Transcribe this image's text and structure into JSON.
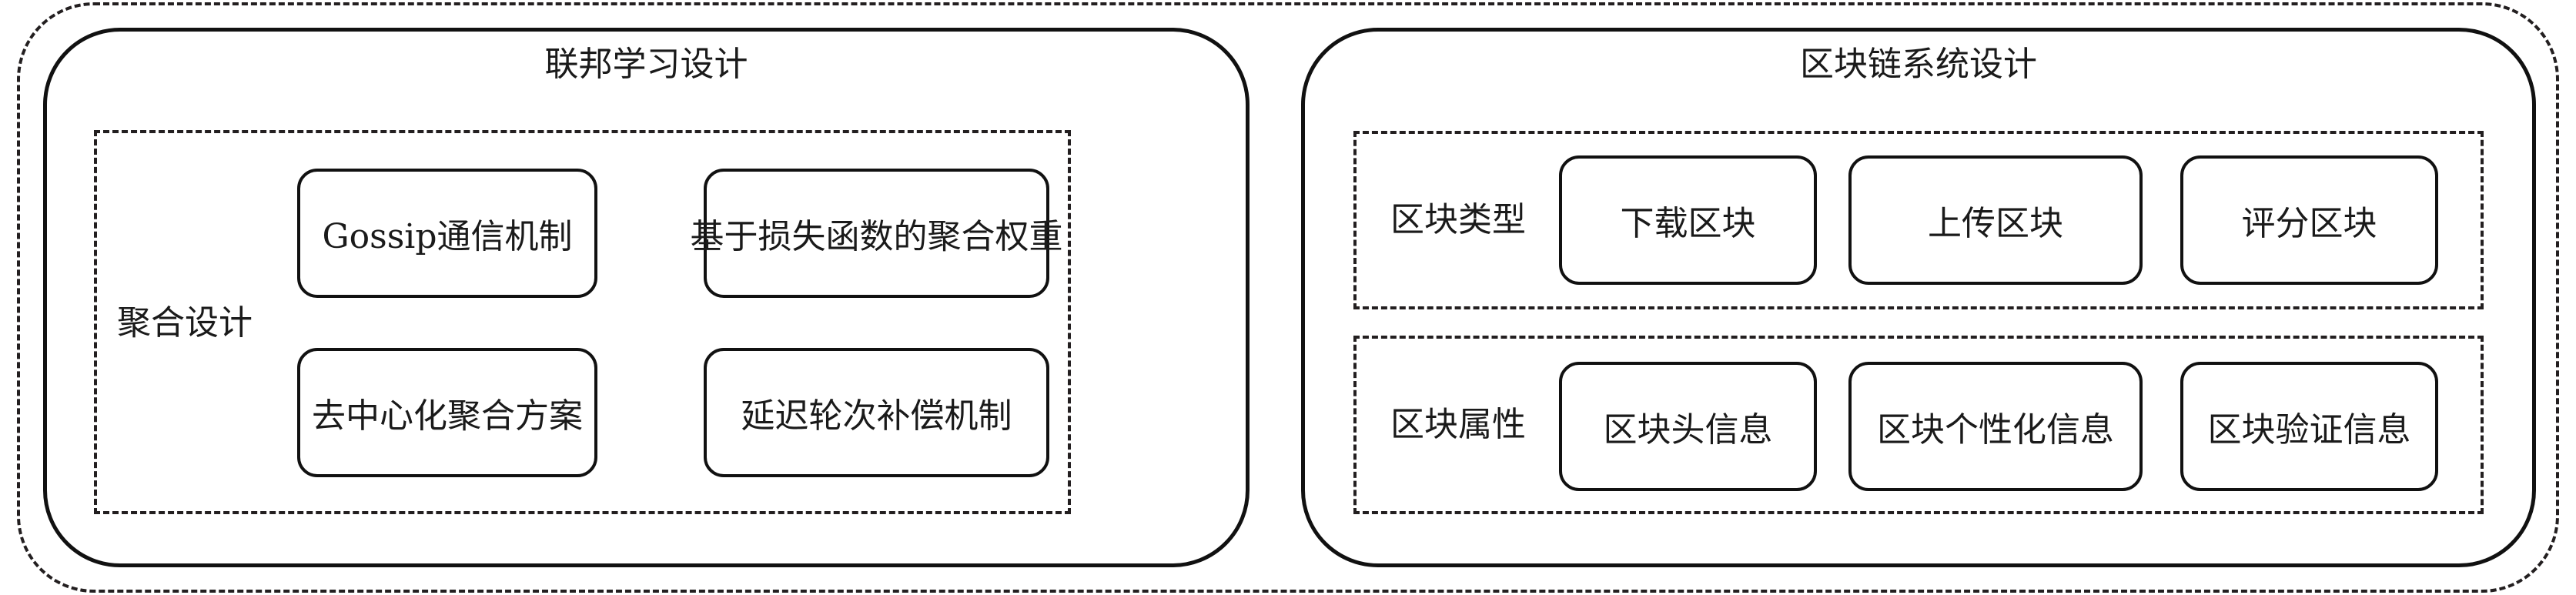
{
  "diagram": {
    "left_panel": {
      "title": "联邦学习设计",
      "group": {
        "label": "聚合设计",
        "items": [
          "Gossip通信机制",
          "基于损失函数的聚合权重",
          "去中心化聚合方案",
          "延迟轮次补偿机制"
        ]
      }
    },
    "right_panel": {
      "title": "区块链系统设计",
      "groups": [
        {
          "label": "区块类型",
          "items": [
            "下载区块",
            "上传区块",
            "评分区块"
          ]
        },
        {
          "label": "区块属性",
          "items": [
            "区块头信息",
            "区块个性化信息",
            "区块验证信息"
          ]
        }
      ]
    },
    "colors": {
      "stroke": "#111111",
      "dashed_stroke": "#231f20",
      "background": "#ffffff"
    }
  }
}
